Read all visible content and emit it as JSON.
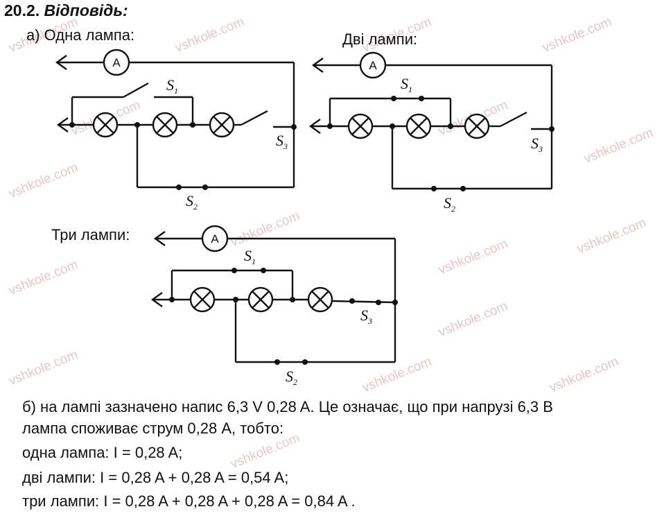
{
  "heading": {
    "number": "20.2.",
    "word": "Відповідь:"
  },
  "labels": {
    "one": "а) Одна лампа:",
    "two": "Дві лампи:",
    "three": "Три лампи:"
  },
  "symbols": {
    "ammeter": "A",
    "switch": "S",
    "sub1": "1",
    "sub2": "2",
    "sub3": "3"
  },
  "answer": [
    "б) на лампі зазначено напис 6,3 V 0,28 A. Це означає, що при напрузі 6,3 В",
    "лампа споживає струм 0,28 А, тобто:",
    "одна лампа: I = 0,28 A;",
    "дві лампи: I = 0,28 A + 0,28 A = 0,54 A;",
    "три лампи: I = 0,28 A + 0,28 A + 0,28 A = 0,84 A ."
  ],
  "watermark": "vshkole.com"
}
